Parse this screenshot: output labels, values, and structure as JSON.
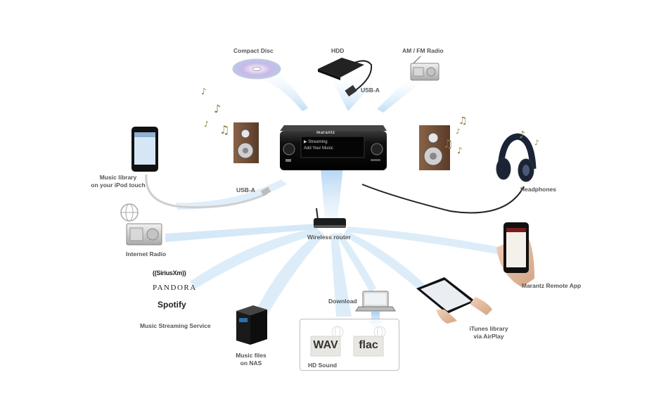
{
  "labels": {
    "compact_disc": "Compact Disc",
    "hdd": "HDD",
    "am_fm_radio": "AM / FM Radio",
    "usb_a_top": "USB-A",
    "usb_a_left": "USB-A",
    "ipod_line1": "Music library",
    "ipod_line2": "on your iPod touch",
    "headphones": "Headphones",
    "internet_radio": "Internet Radio",
    "wireless_router": "Wireless router",
    "streaming_service": "Music Streaming Service",
    "nas_line1": "Music files",
    "nas_line2": "on NAS",
    "download": "Download",
    "hd_sound": "HD Sound",
    "itunes_line1": "iTunes library",
    "itunes_line2": "via AirPlay",
    "remote_app": "Marantz Remote App"
  },
  "streaming_brands": {
    "siriusxm": "((SiriusXm))",
    "pandora": "PANDORA",
    "spotify": "Spotify"
  },
  "file_formats": {
    "wav": "WAV",
    "flac": "flac"
  },
  "device": {
    "brand": "marantz",
    "display_line1": "▶ Streaming",
    "display_line2": "Add Your Music"
  },
  "colors": {
    "beam": "#9ecbef",
    "cable": "#222222",
    "speaker_wood": "#6b4a33",
    "label_gray": "#555555",
    "note_olive": "#8a7a3a"
  },
  "icons": [
    "music-note-icon",
    "globe-icon",
    "radio-icon",
    "cd-icon",
    "hdd-icon",
    "router-icon",
    "nas-icon",
    "laptop-icon",
    "tablet-icon",
    "phone-icon",
    "ipod-icon",
    "headphones-icon",
    "speaker-icon"
  ]
}
